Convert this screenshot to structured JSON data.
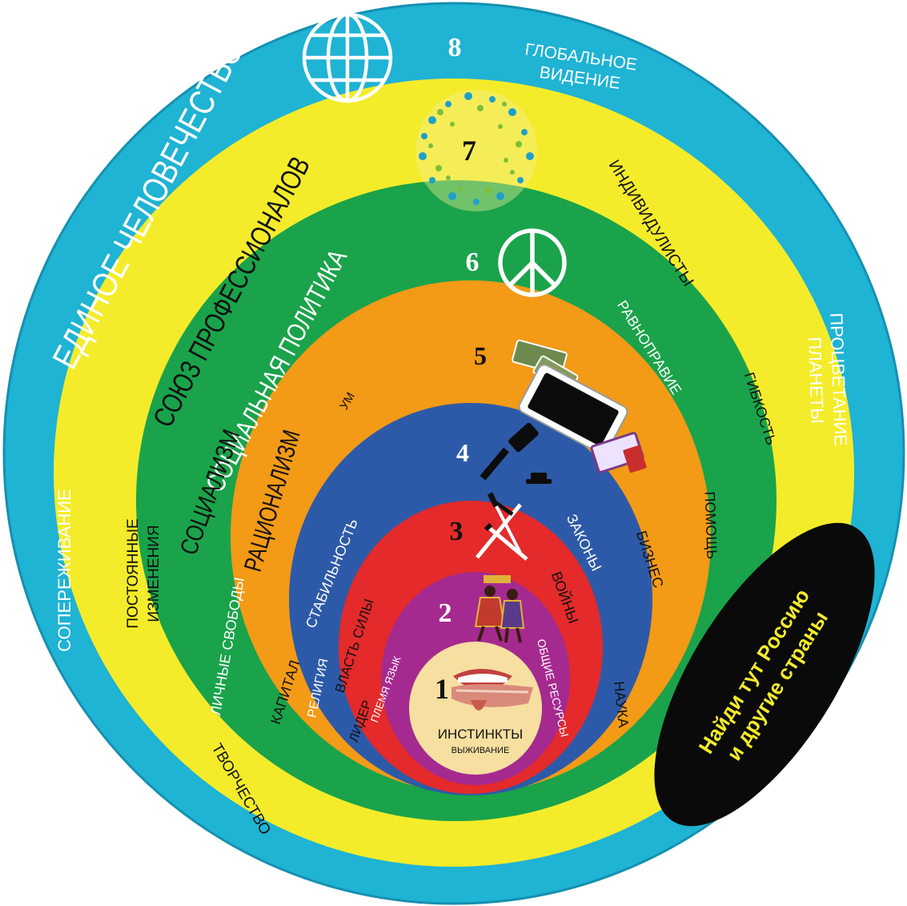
{
  "levels": {
    "l8": {
      "number": "8",
      "label_line1": "ГЛОБАЛЬНОЕ",
      "label_line2": "ВИДЕНИЕ",
      "title": "ЕДИНОЕ ЧЕЛОВЕЧЕСТВО",
      "right_line1": "ПРОЦВЕТАНИЕ",
      "right_line2": "ПЛАНЕТЫ",
      "left": "СОПЕРЕЖИВАНИЕ",
      "icon": "globe-icon",
      "color": "#1fb3d4"
    },
    "l7": {
      "number": "7",
      "title": "СОЮЗ ПРОФЕССИОНАЛОВ",
      "right": "ИНДИВИДУЛИСТЫ",
      "left_line1": "ПОСТОЯННЫЕ",
      "left_line2": "ИЗМЕНЕНИЯ",
      "bottom": "ТВОРЧЕСТВО",
      "icon": "network-icon",
      "color": "#f4ec2a"
    },
    "l6": {
      "number": "6",
      "title": "СОЦИАЛЬНАЯ ПОЛИТИКА",
      "right1": "РАВНОПРАВИЕ",
      "right2": "ГИБКОСТЬ",
      "right3": "ПОМОЩЬ",
      "left": "ЛИЧНЫЕ СВОБОДЫ",
      "icon": "peace-icon",
      "color": "#1aa34a"
    },
    "l5": {
      "number": "5",
      "title": "СОЦИАЛИЗМ",
      "top": "УМ",
      "right1": "БИЗНЕС",
      "right2": "НАУКА",
      "left": "КАПИТАЛ",
      "icon": "money-tablet-book-icon",
      "color": "#f39a16"
    },
    "l4": {
      "number": "4",
      "title": "РАЦИОНАЛИЗМ",
      "left": "СТАБИЛЬНОСТЬ",
      "right": "ЗАКОНЫ",
      "bottom": "РЕЛИГИЯ",
      "icon": "gavel-icon",
      "color": "#2d5aa8"
    },
    "l3": {
      "number": "3",
      "left": "ВЛАСТЬ СИЛЫ",
      "right": "ВОЙНЫ",
      "bottom": "ЛИДЕР",
      "icon": "crossed-swords-icon",
      "color": "#e42a2a"
    },
    "l2": {
      "number": "2",
      "left": "ПЛЕМЯ ЯЗЫК",
      "right": "ОБЩИЕ РЕСУРСЫ",
      "icon": "tribal-figures-icon",
      "color": "#a52a8f"
    },
    "l1": {
      "number": "1",
      "title": "ИНСТИНКТЫ",
      "subtitle": "ВЫЖИВАНИЕ",
      "icon": "mouth-food-icon",
      "color": "#f6dfa0"
    }
  },
  "banner": {
    "line1": "Найди тут Россию",
    "line2": "и другие страны"
  }
}
